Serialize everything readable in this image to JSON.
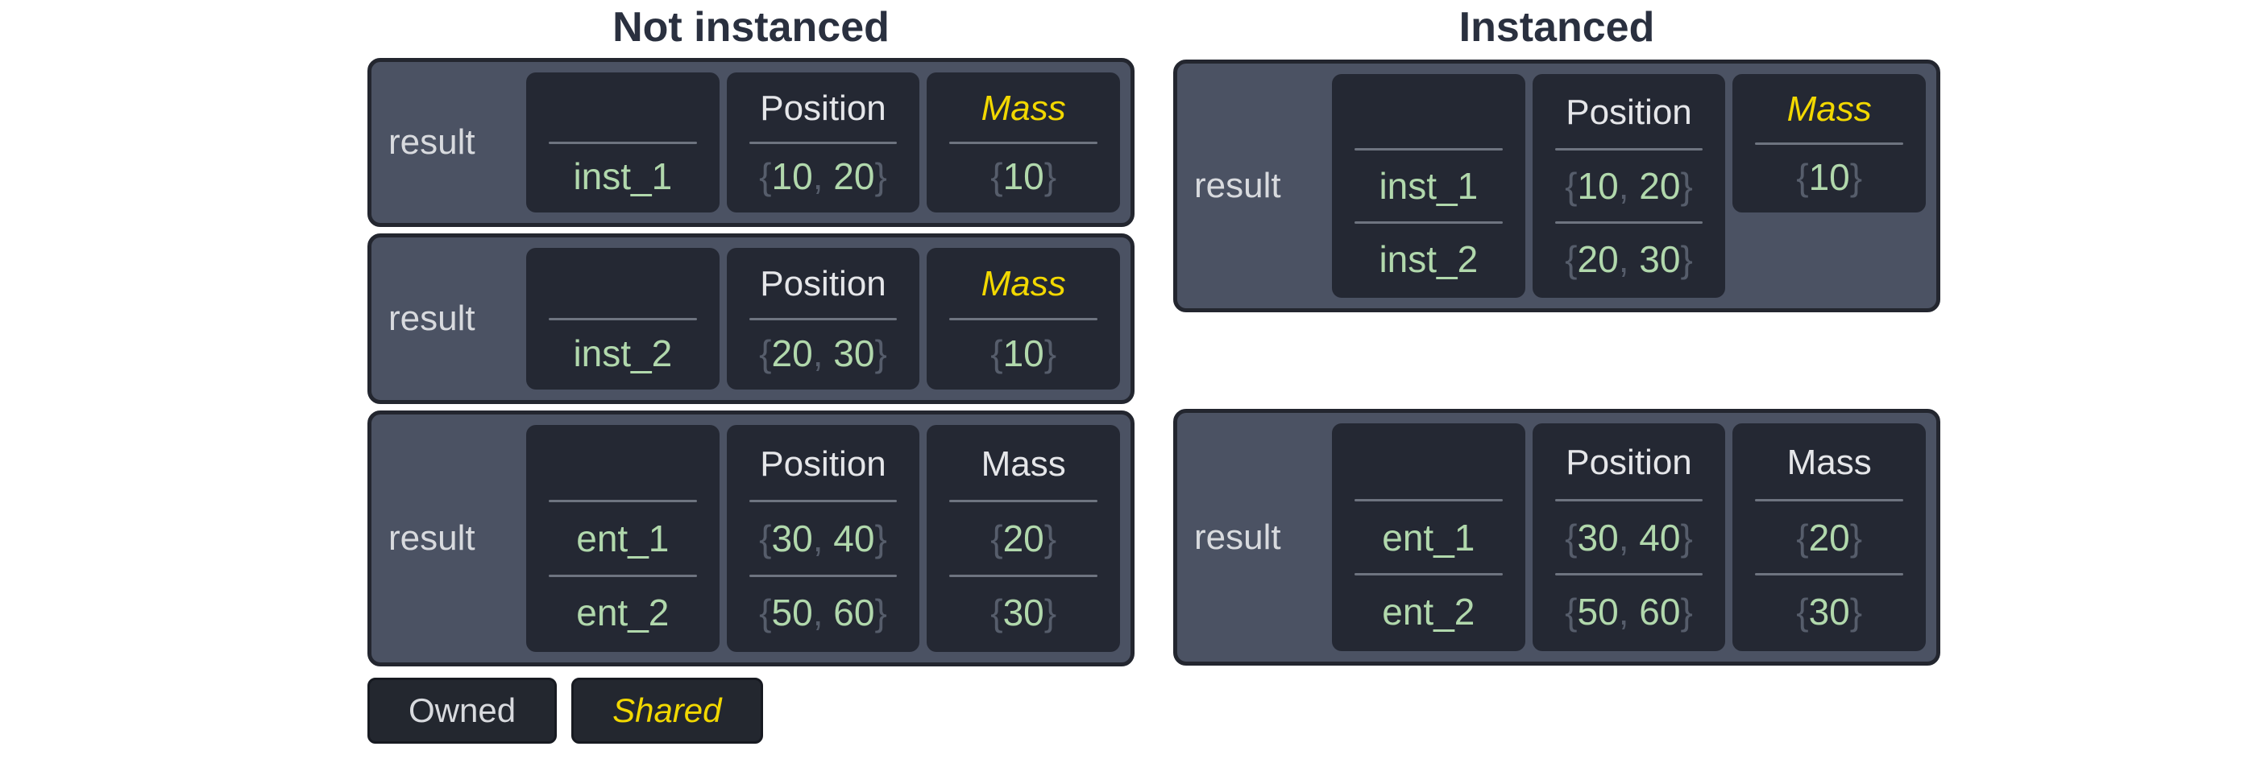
{
  "titles": {
    "not_instanced": "Not instanced",
    "instanced": "Instanced"
  },
  "syntax": {
    "open_brace": "{",
    "close_brace": "}",
    "separator": ", "
  },
  "legend": {
    "owned": "Owned",
    "shared": "Shared"
  },
  "colors": {
    "page_background": "#ffffff",
    "panel_background": "#4b5263",
    "panel_border": "#23262f",
    "cell_background": "#242833",
    "divider": "#6e7480",
    "owned_text": "#d8dade",
    "shared_yellow": "#f2d800",
    "value_green": "#b1d8ac",
    "brace_gray": "#565d6b",
    "title_text": "#2a303f"
  },
  "boxes": {
    "ni1": {
      "result": "result",
      "names": [
        "inst_1"
      ],
      "position_header": "Position",
      "positions": [
        [
          "10",
          "20"
        ]
      ],
      "mass_header": "Mass",
      "masses": [
        [
          "10"
        ]
      ]
    },
    "ni2": {
      "result": "result",
      "names": [
        "inst_2"
      ],
      "position_header": "Position",
      "positions": [
        [
          "20",
          "30"
        ]
      ],
      "mass_header": "Mass",
      "masses": [
        [
          "10"
        ]
      ]
    },
    "ni3": {
      "result": "result",
      "names": [
        "ent_1",
        "ent_2"
      ],
      "position_header": "Position",
      "positions": [
        [
          "30",
          "40"
        ],
        [
          "50",
          "60"
        ]
      ],
      "mass_header": "Mass",
      "masses": [
        [
          "20"
        ],
        [
          "30"
        ]
      ]
    },
    "i1": {
      "result": "result",
      "names": [
        "inst_1",
        "inst_2"
      ],
      "position_header": "Position",
      "positions": [
        [
          "10",
          "20"
        ],
        [
          "20",
          "30"
        ]
      ],
      "mass_header": "Mass",
      "masses": [
        [
          "10"
        ]
      ]
    },
    "i2": {
      "result": "result",
      "names": [
        "ent_1",
        "ent_2"
      ],
      "position_header": "Position",
      "positions": [
        [
          "30",
          "40"
        ],
        [
          "50",
          "60"
        ]
      ],
      "mass_header": "Mass",
      "masses": [
        [
          "20"
        ],
        [
          "30"
        ]
      ]
    }
  }
}
